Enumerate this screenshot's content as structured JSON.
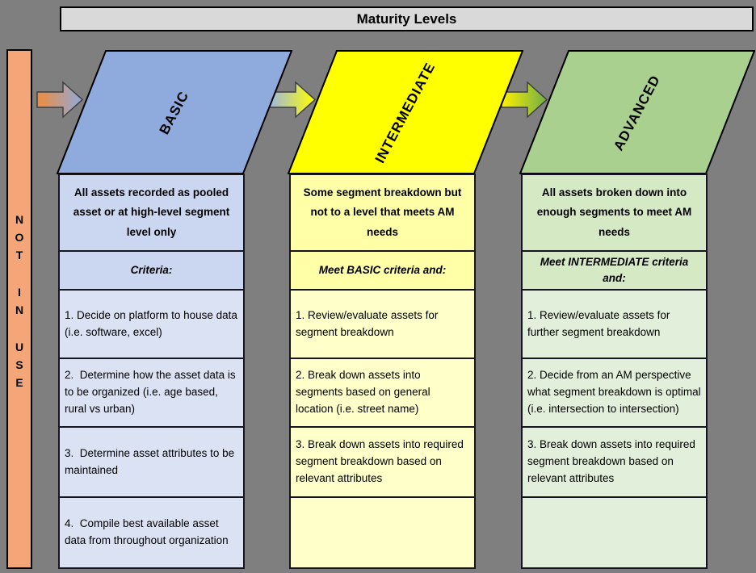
{
  "title": "Maturity Levels",
  "not_in_use": {
    "label": "NOT IN USE",
    "letters": [
      "N",
      "O",
      "T",
      "I",
      "N",
      "U",
      "S",
      "E"
    ],
    "color": "#f4a678"
  },
  "arrows": [
    {
      "name": "not-in-use-to-basic",
      "from": "#f08c3c",
      "to": "#8faadc"
    },
    {
      "name": "basic-to-intermediate",
      "from": "#9db7e0",
      "to": "#ffff00"
    },
    {
      "name": "intermediate-to-advanced",
      "from": "#fff200",
      "to": "#70ad47"
    }
  ],
  "columns": [
    {
      "level": "BASIC",
      "description": "All assets recorded as pooled asset or at high-level segment level only",
      "criteria": "Criteria:",
      "items": [
        "1. Decide on platform to house data (i.e. software, excel)",
        "2.  Determine how the asset data is to be organized (i.e. age based, rural vs urban)",
        "3.  Determine asset attributes to be maintained",
        "4.  Compile best available asset data from throughout organization"
      ],
      "colors": {
        "header": "#8faadc",
        "band": "#cbd7f0",
        "cell": "#dbe2f4"
      }
    },
    {
      "level": "INTERMEDIATE",
      "description": "Some segment breakdown but not to a level that meets AM needs",
      "criteria": "Meet BASIC criteria and:",
      "items": [
        "1. Review/evaluate assets for segment breakdown",
        "2. Break down assets into segments based on general location (i.e. street name)",
        "3. Break down assets into required segment breakdown based on relevant attributes",
        ""
      ],
      "colors": {
        "header": "#ffff00",
        "band": "#ffffa8",
        "cell": "#ffffc9"
      }
    },
    {
      "level": "ADVANCED",
      "description": "All assets broken down into enough segments to meet AM needs",
      "criteria": "Meet INTERMEDIATE criteria and:",
      "items": [
        "1. Review/evaluate assets for further segment breakdown",
        "2. Decide from an AM perspective what segment breakdown is optimal (i.e. intersection to intersection)",
        "3. Break down assets into required segment breakdown based on relevant attributes",
        ""
      ],
      "colors": {
        "header": "#a9d08e",
        "band": "#d6e9c5",
        "cell": "#e2efda"
      }
    }
  ]
}
